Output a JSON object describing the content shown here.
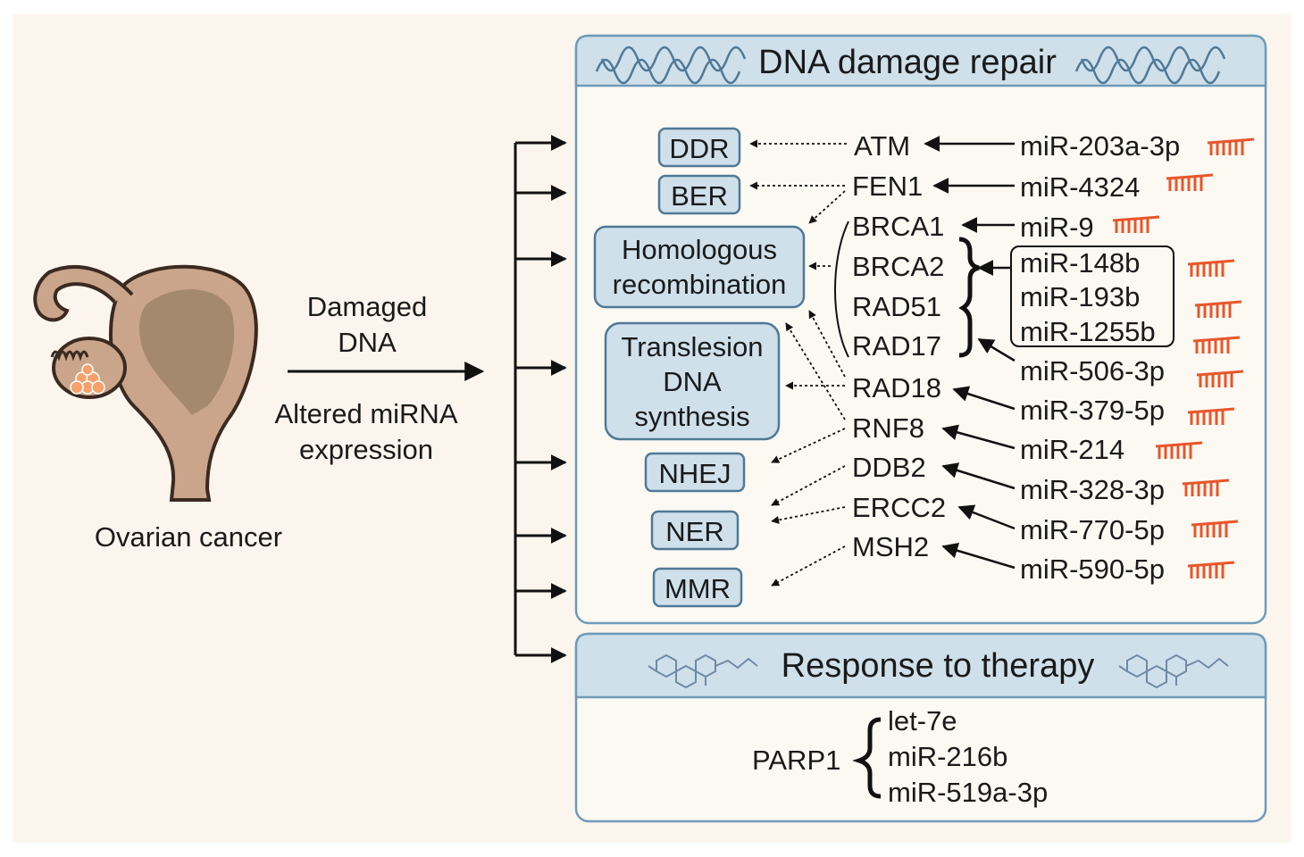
{
  "colors": {
    "background": "#fbf5ed",
    "panel_fill": "#fcf9f3",
    "header_fill": "#cfe0eb",
    "header_stroke": "#6e9bb8",
    "pathway_box_fill": "#cfe0eb",
    "pathway_box_stroke": "#4f7996",
    "organ_fill": "#caa58b",
    "organ_stroke": "#3a2a20",
    "tumor_fill": "#f7a06a",
    "mirna_icon": "#e8562a",
    "text": "#1a1a1a"
  },
  "left": {
    "organ_label": "Ovarian cancer",
    "arrow_label_top": [
      "Damaged",
      "DNA"
    ],
    "arrow_label_bottom": [
      "Altered miRNA",
      "expression"
    ]
  },
  "repair_panel": {
    "title": "DNA damage repair",
    "title_icon": "dna-helix-icon",
    "pathways": [
      {
        "id": "ddr",
        "lines": [
          "DDR"
        ]
      },
      {
        "id": "ber",
        "lines": [
          "BER"
        ]
      },
      {
        "id": "hr",
        "lines": [
          "Homologous",
          "recombination"
        ]
      },
      {
        "id": "tls",
        "lines": [
          "Translesion",
          "DNA",
          "synthesis"
        ]
      },
      {
        "id": "nhej",
        "lines": [
          "NHEJ"
        ]
      },
      {
        "id": "ner",
        "lines": [
          "NER"
        ]
      },
      {
        "id": "mmr",
        "lines": [
          "MMR"
        ]
      }
    ],
    "genes": [
      "ATM",
      "FEN1",
      "BRCA1",
      "BRCA2",
      "RAD51",
      "RAD17",
      "RAD18",
      "RNF8",
      "DDB2",
      "ERCC2",
      "MSH2"
    ],
    "mirnas": [
      "miR-203a-3p",
      "miR-4324",
      "miR-9",
      "miR-148b",
      "miR-193b",
      "miR-1255b",
      "miR-506-3p",
      "miR-379-5p",
      "miR-214",
      "miR-328-3p",
      "miR-770-5p",
      "miR-590-5p"
    ]
  },
  "therapy_panel": {
    "title": "Response to therapy",
    "title_icon": "molecule-icon",
    "target": "PARP1",
    "mirnas": [
      "let-7e",
      "miR-216b",
      "miR-519a-3p"
    ]
  }
}
